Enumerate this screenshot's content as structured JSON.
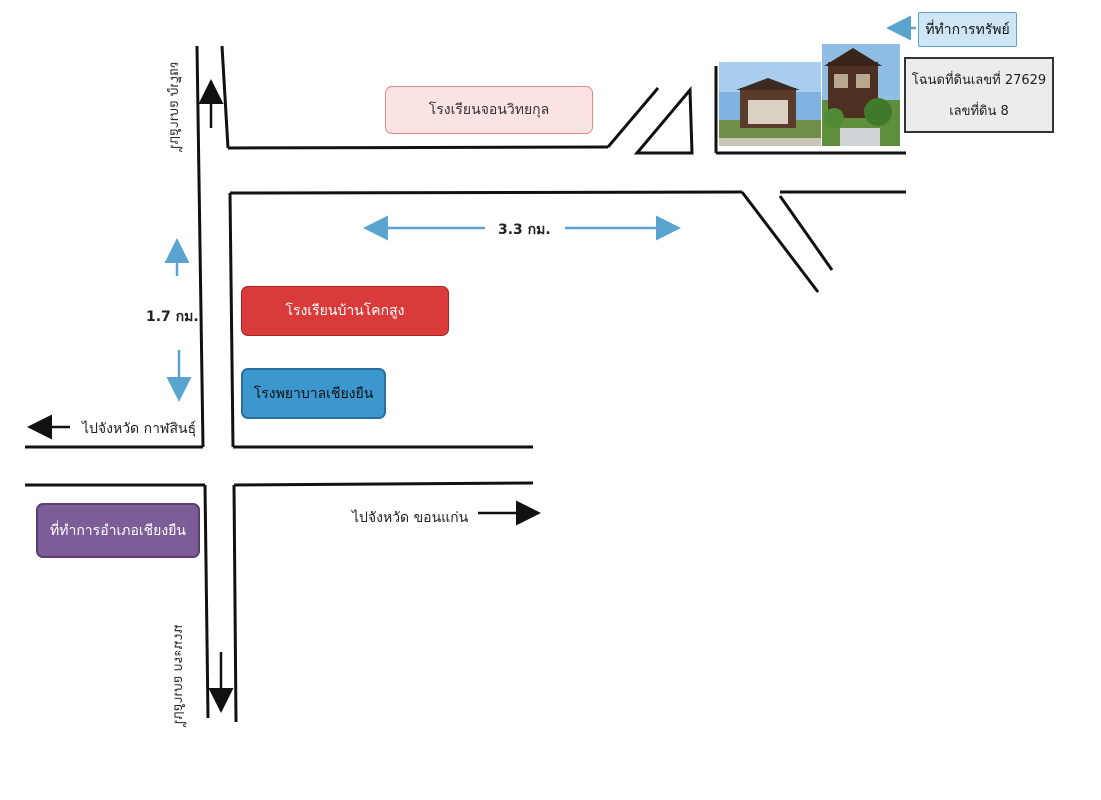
{
  "colors": {
    "road": "#111111",
    "distance_arrow": "#5ba4cf",
    "school_jorn": "#fbe3e3",
    "school_jorn_border": "#e08a8a",
    "school_khoksung": "#d93a3a",
    "hospital": "#3d97cf",
    "district_office": "#7c5d98",
    "property_tag": "#cfe6f7"
  },
  "labels": {
    "to_phuwiang": "ไปอำเภอ ภูเวียง",
    "to_kranuan": "ไปอำเภอ กระนวน",
    "to_kalasin": "ไปจังหวัด กาฬสินธุ์",
    "to_khonkaen": "ไปจังหวัด ขอนแก่น",
    "dist_vertical": "1.7 กม.",
    "dist_horizontal": "3.3 กม."
  },
  "places": {
    "school_jorn": "โรงเรียนจอนวิทยกุล",
    "school_khoksung": "โรงเรียนบ้านโคกสูง",
    "hospital": "โรงพยาบาลเชียงยืน",
    "district_office": "ที่ทำการอำเภอเชียงยืน"
  },
  "property": {
    "tag": "ที่ทำการทรัพย์",
    "deed_line1": "โฉนดที่ดินเลขที่ 27629",
    "deed_line2": "เลขที่ดิน  8"
  },
  "icons": [
    "arrow-up-icon",
    "arrow-down-icon",
    "arrow-left-icon",
    "arrow-right-icon",
    "photo-house-icon"
  ]
}
